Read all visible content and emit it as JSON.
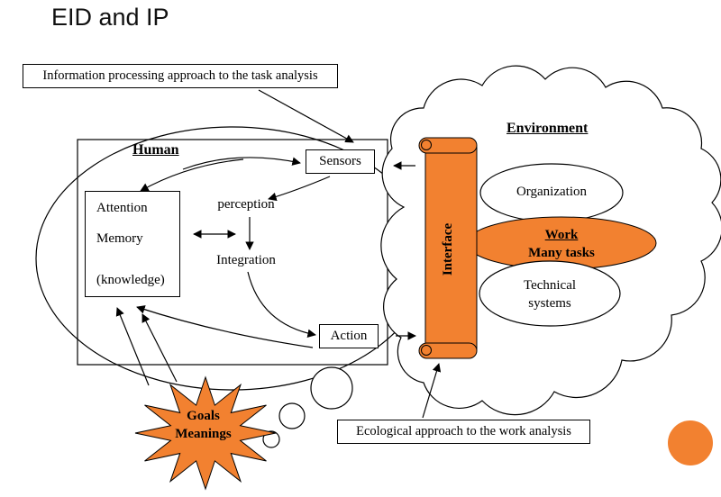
{
  "slide": {
    "title": "EID and IP"
  },
  "colors": {
    "accent_orange": "#f28130",
    "outline": "#000000",
    "background": "#ffffff"
  },
  "callouts": {
    "ip_approach": "Information processing approach to the task analysis",
    "eco_approach": "Ecological approach to the work analysis"
  },
  "human": {
    "label": "Human",
    "sensors": "Sensors",
    "perception": "perception",
    "attention": "Attention",
    "memory": "Memory",
    "knowledge": "(knowledge)",
    "integration": "Integration",
    "action": "Action"
  },
  "interface": {
    "label": "Interface"
  },
  "environment": {
    "label": "Environment",
    "organization": "Organization",
    "work_title": "Work",
    "work_subtitle": "Many tasks",
    "technical_line1": "Technical",
    "technical_line2": "systems"
  },
  "goals": {
    "line1": "Goals",
    "line2": "Meanings"
  }
}
